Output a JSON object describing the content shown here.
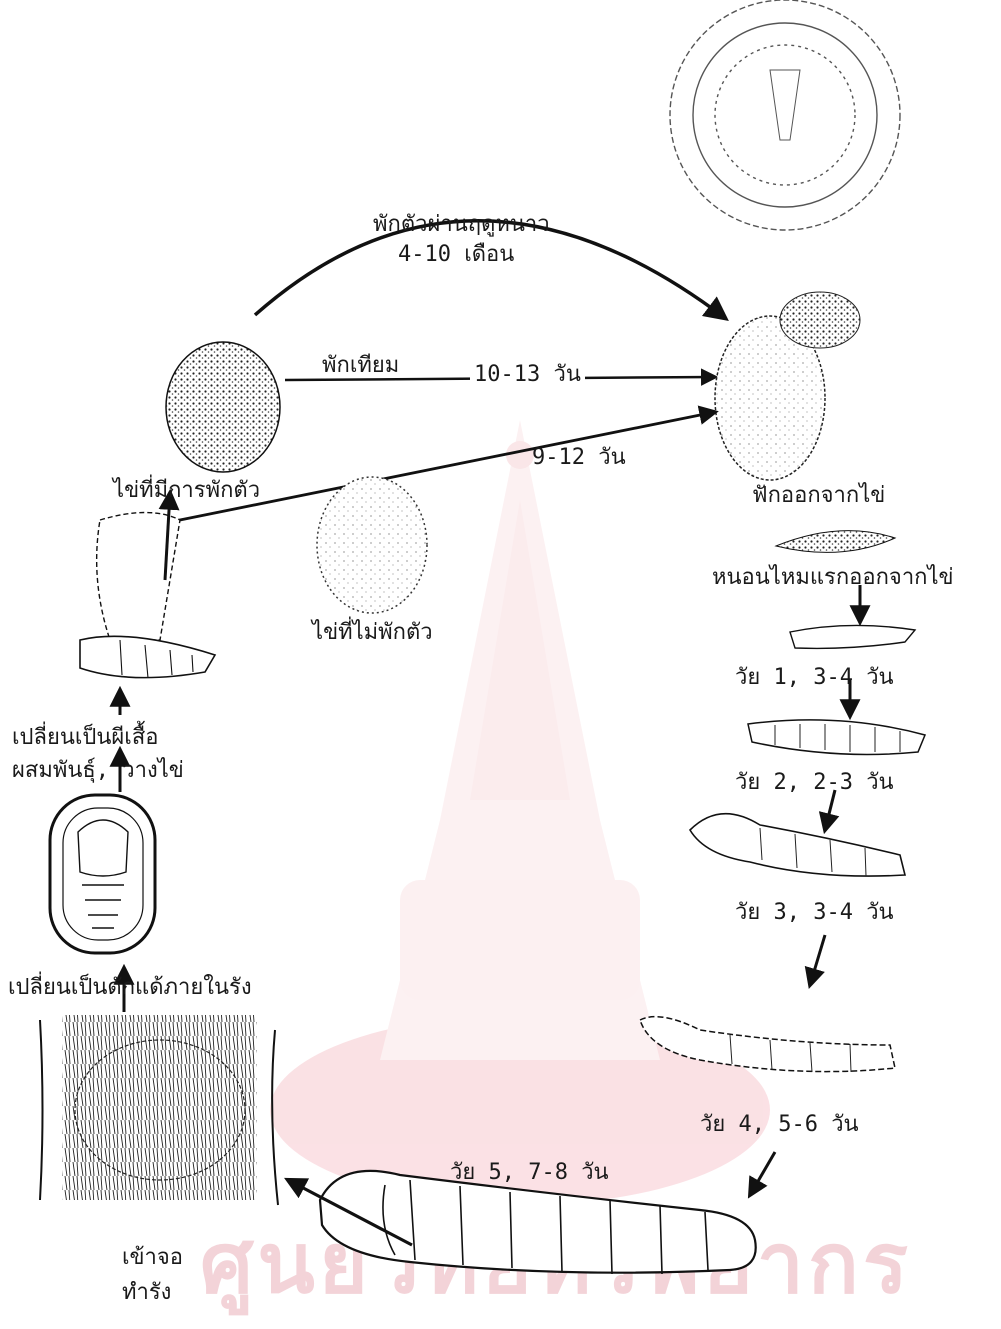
{
  "watermark": {
    "text": "ศูนย์วิทยทรัพยากร",
    "color": "#f5d7dc",
    "accent": "#f6c1c8"
  },
  "diagram": {
    "dormancy": {
      "label": "พักตัวผ่านฤดูหนาว",
      "duration": "4-10 เดือน"
    },
    "artificial_hatch": {
      "label": "พักเทียม",
      "duration": "10-13 วัน"
    },
    "non_dormant_path": {
      "duration": "9-12 วัน"
    },
    "stages": {
      "dormant_egg": "ไข่ที่มีการพักตัว",
      "non_dormant_egg": "ไข่ที่ไม่พักตัว",
      "hatch": "ฟักออกจากไข่",
      "first_larva": "หนอนไหมแรกออกจากไข่",
      "instar1": "วัย 1, 3-4 วัน",
      "instar2": "วัย 2, 2-3 วัน",
      "instar3": "วัย 3, 3-4 วัน",
      "instar4": "วัย 4, 5-6 วัน",
      "instar5": "วัย 5, 7-8 วัน",
      "spinning_line1": "เข้าจอ",
      "spinning_line2": "ทำรัง",
      "pupa": "เปลี่ยนเป็นดักแด้ภายในรัง",
      "moth_line1": "เปลี่ยนเป็นผีเสื้อ",
      "moth_line2": "ผสมพันธุ์, วางไข่"
    }
  }
}
